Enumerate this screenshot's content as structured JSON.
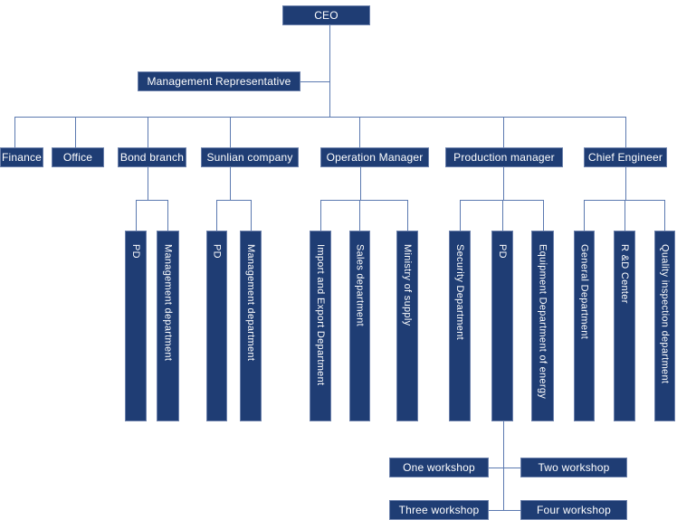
{
  "colors": {
    "background": "#ffffff",
    "box_fill": "#1f3d74",
    "box_border": "#6b80ab",
    "box_text": "#ffffff",
    "line": "#5b79b0"
  },
  "nodes": {
    "ceo": "CEO",
    "management_representative": "Management Representative",
    "finance": "Finance",
    "office": "Office",
    "bond_branch": "Bond branch",
    "sunlian_company": "Sunlian company",
    "operation_manager": "Operation Manager",
    "production_manager": "Production manager",
    "chief_engineer": "Chief Engineer",
    "bond_pd": "PD",
    "bond_management_department": "Management department",
    "sunlian_pd": "PD",
    "sunlian_management_department": "Management department",
    "import_export_department": "Import and Export Department",
    "sales_department": "Sales department",
    "ministry_of_supply": "Ministry of supply",
    "security_department": "Security Department",
    "production_pd": "PD",
    "equipment_department_of_energy": "Equipment Department of energy",
    "general_department": "General Department",
    "rd_center": "R &D Center",
    "quality_inspection_department": "Quality inspection department",
    "one_workshop": "One workshop",
    "two_workshop": "Two workshop",
    "three_workshop": "Three workshop",
    "four_workshop": "Four workshop"
  }
}
